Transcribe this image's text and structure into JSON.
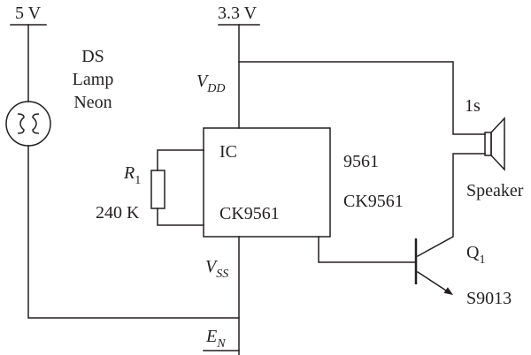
{
  "supply_5v": "5 V",
  "supply_3v3": "3.3 V",
  "lamp": {
    "line1": "DS",
    "line2": "Lamp",
    "line3": "Neon"
  },
  "vdd": {
    "main": "V",
    "sub": "DD"
  },
  "vss": {
    "main": "V",
    "sub": "SS"
  },
  "en": {
    "main": "E",
    "sub": "N"
  },
  "ic": {
    "label_top": "IC",
    "label_bottom": "CK9561"
  },
  "ic_side": {
    "line1": "9561",
    "line2": "CK9561"
  },
  "resistor": {
    "name": "R",
    "sub": "1",
    "value": "240 K"
  },
  "speaker": {
    "timing": "1s",
    "label": "Speaker"
  },
  "transistor": {
    "name": "Q",
    "sub": "1",
    "part": "S9013"
  }
}
